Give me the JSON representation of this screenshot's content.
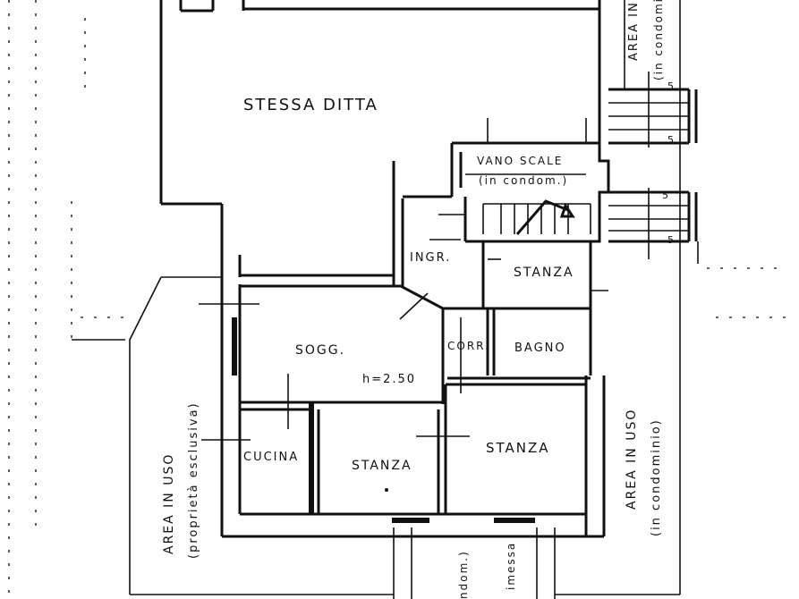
{
  "plan": {
    "labels": {
      "stessa_ditta": "STESSA DITTA",
      "vano_scale": "VANO SCALE",
      "vano_scale_note": "(in condom.)",
      "ingresso": "INGR.",
      "stanza_top": "STANZA",
      "soggiorno": "SOGG.",
      "altezza": "h=2.50",
      "corridoio": "CORR.",
      "bagno": "BAGNO",
      "cucina": "CUCINA",
      "stanza_mid": "STANZA",
      "stanza_right": "STANZA",
      "area_left": "AREA IN USO",
      "area_left_note": "(proprietà esclusiva)",
      "area_right": "AREA IN USO",
      "area_right_note": "(in condominio)",
      "area_top_right": "AREA IN",
      "area_top_right_note": "(in condomin",
      "bottom_note_1": "ndom.)",
      "bottom_note_2": "imessa",
      "step_marks": [
        "5",
        "5",
        "5",
        "5"
      ]
    },
    "colors": {
      "ink": "#111111",
      "paper": "#ffffff"
    }
  }
}
